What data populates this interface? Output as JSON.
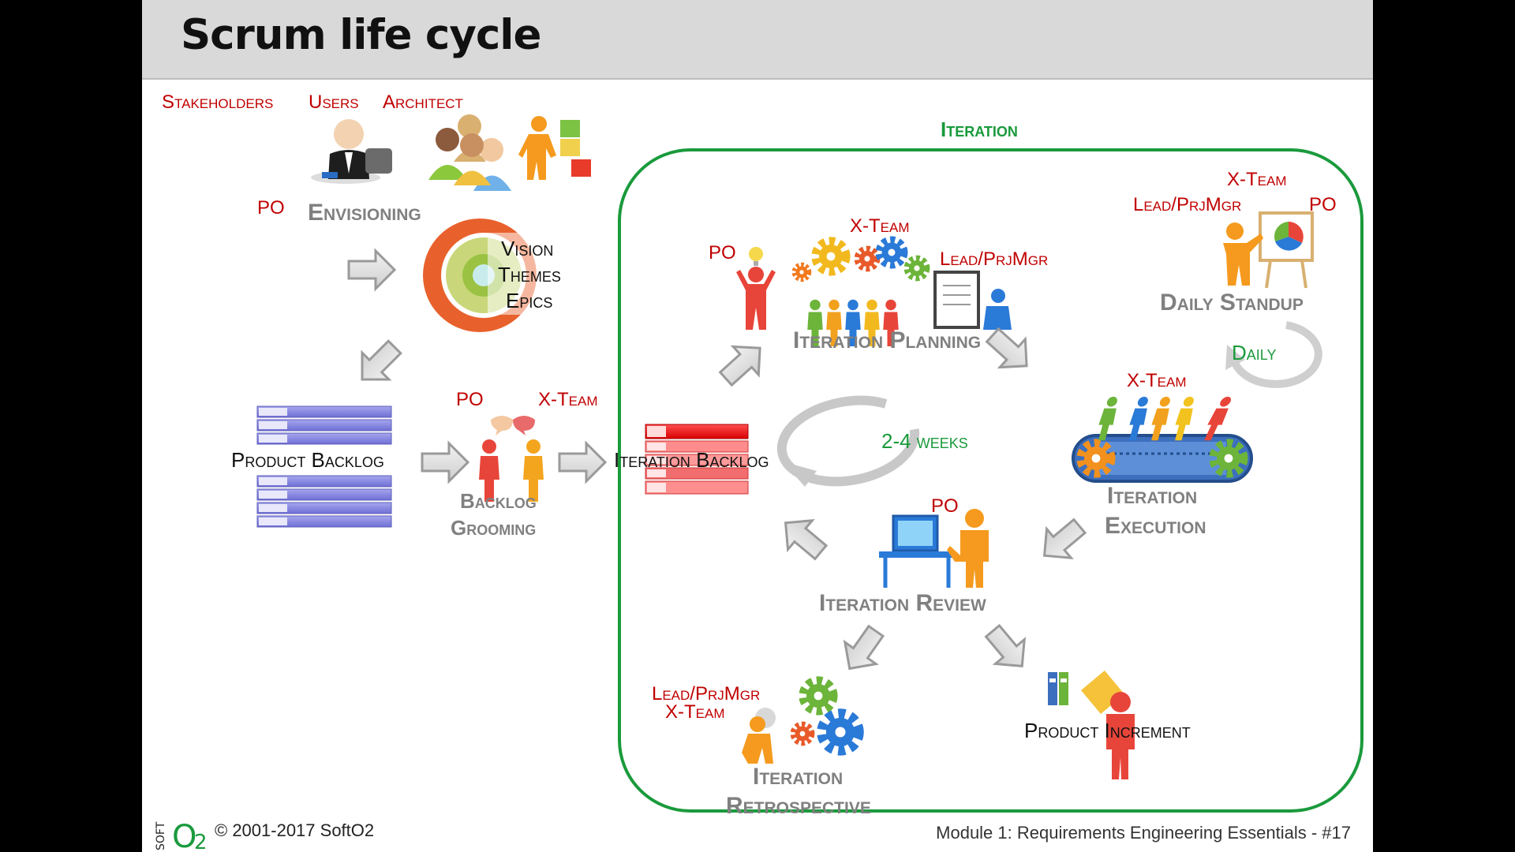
{
  "slide": {
    "title": "Scrum life cycle",
    "footer_copyright": "© 2001-2017 SoftO2",
    "footer_module": "Module 1: Requirements Engineering Essentials  -  #17"
  },
  "roles": {
    "stakeholders": "Stakeholders",
    "users": "Users",
    "architect": "Architect",
    "po": "PO",
    "x_team": "X-Team",
    "lead_prjmgr": "Lead/PrjMgr"
  },
  "envisioning": {
    "label": "Envisioning",
    "rings": [
      "Vision",
      "Themes",
      "Epics"
    ]
  },
  "product_backlog": "Product Backlog",
  "backlog_grooming": [
    "Backlog",
    "Grooming"
  ],
  "iteration": {
    "label": "Iteration",
    "backlog": "Iteration Backlog",
    "cycle_label": "2-4 weeks",
    "planning": "Iteration Planning",
    "daily_standup": "Daily Standup",
    "daily": "Daily",
    "execution": [
      "Iteration",
      "Execution"
    ],
    "review": "Iteration Review",
    "retrospective": [
      "Iteration",
      "Retrospective"
    ],
    "product_increment": "Product Increment"
  },
  "colors": {
    "iteration_border": "#1a9a3c",
    "role_text": "#c00000",
    "activity_text": "#808080",
    "arrow_fill": "#e6e6e6",
    "backlog_blue": "#8888e6",
    "backlog_red": "#e60000"
  },
  "icons": [
    "business-people-icon",
    "gears-icon",
    "presentation-board-icon",
    "conveyor-icon",
    "computer-desk-icon",
    "binders-icon",
    "cycle-arrow-icon"
  ]
}
